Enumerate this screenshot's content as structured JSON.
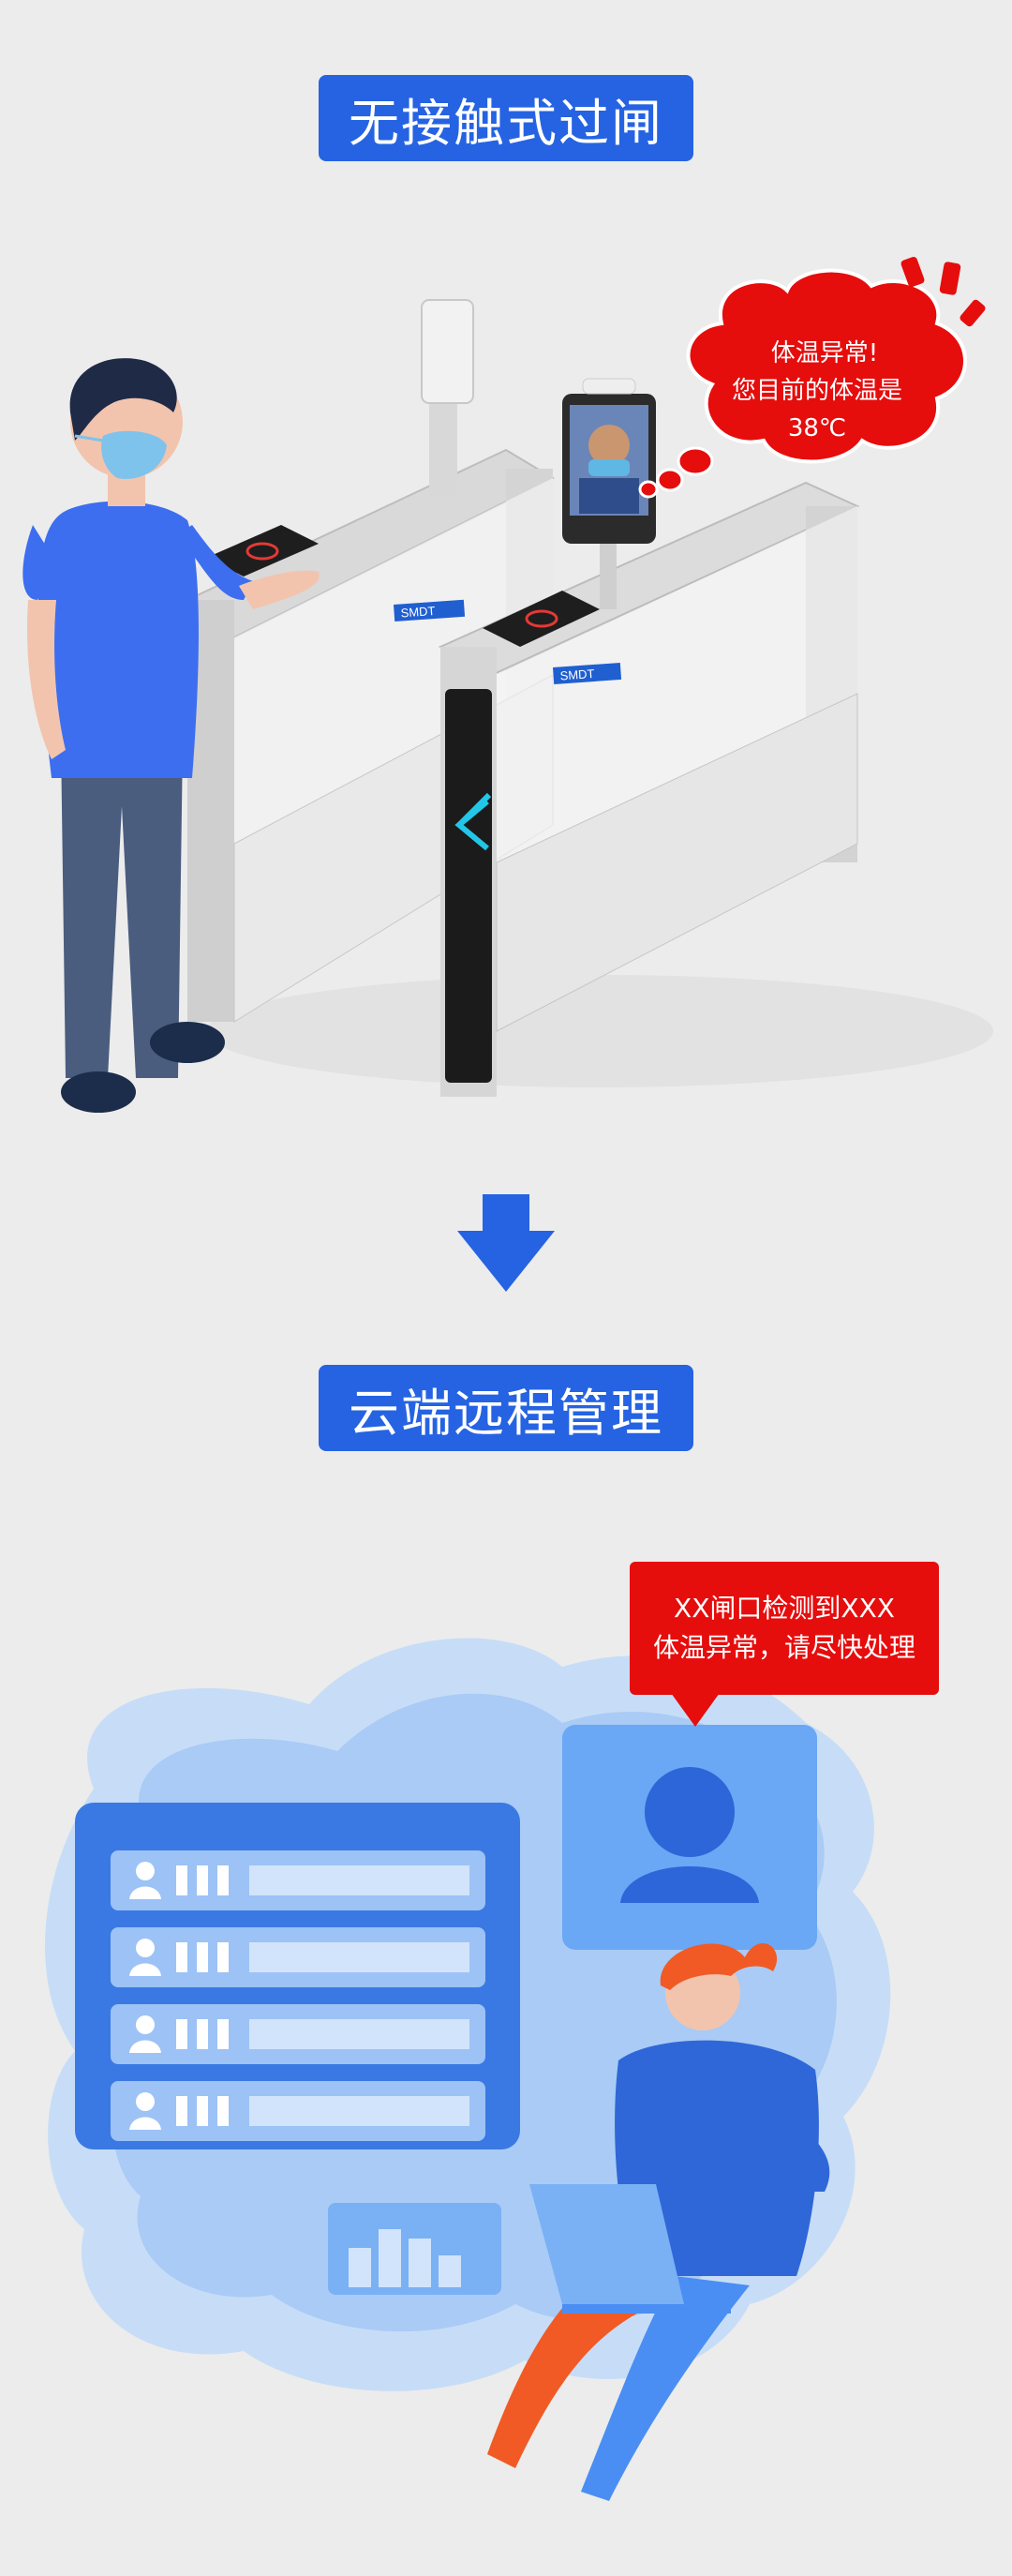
{
  "section1": {
    "title": "无接触式过闸",
    "bubble_line1": "体温异常!",
    "bubble_line2": "您目前的体温是",
    "bubble_line3": "38℃",
    "gate_brand": "SMDT"
  },
  "section2": {
    "title": "云端远程管理",
    "alert_line1": "XX闸口检测到XXX",
    "alert_line2": "体温异常，请尽快处理"
  },
  "colors": {
    "accent_blue": "#2563e3",
    "alert_red": "#e60d0d",
    "background": "#ececec"
  },
  "icons": [
    "arrow-down-icon",
    "user-icon",
    "bar-chart-icon",
    "arrow-left-icon"
  ]
}
